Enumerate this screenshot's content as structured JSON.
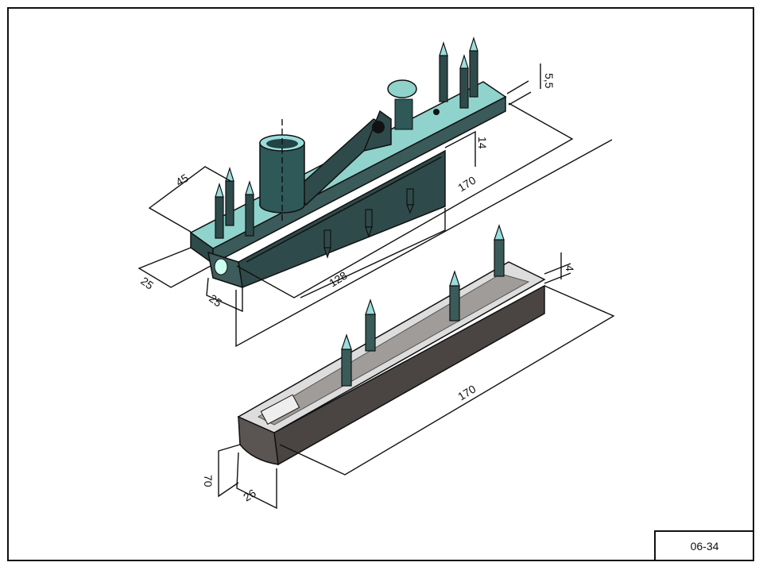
{
  "drawing_number": "06-34",
  "top_part": {
    "dimensions": {
      "plate_thickness": "5,5",
      "channel_height": "14",
      "overall_length": "170",
      "plate_width": "45",
      "channel_length": "128",
      "end_width": "25",
      "end_height": "25"
    }
  },
  "bottom_part": {
    "dimensions": {
      "lip_height": "4",
      "overall_length": "170",
      "height": "70",
      "width": "26"
    }
  },
  "colors": {
    "plate": "#8fd3cc",
    "metal_dark": "#2f4a4a",
    "tray": "#4a4542",
    "tray_top": "#a09c99",
    "line": "#111111"
  }
}
